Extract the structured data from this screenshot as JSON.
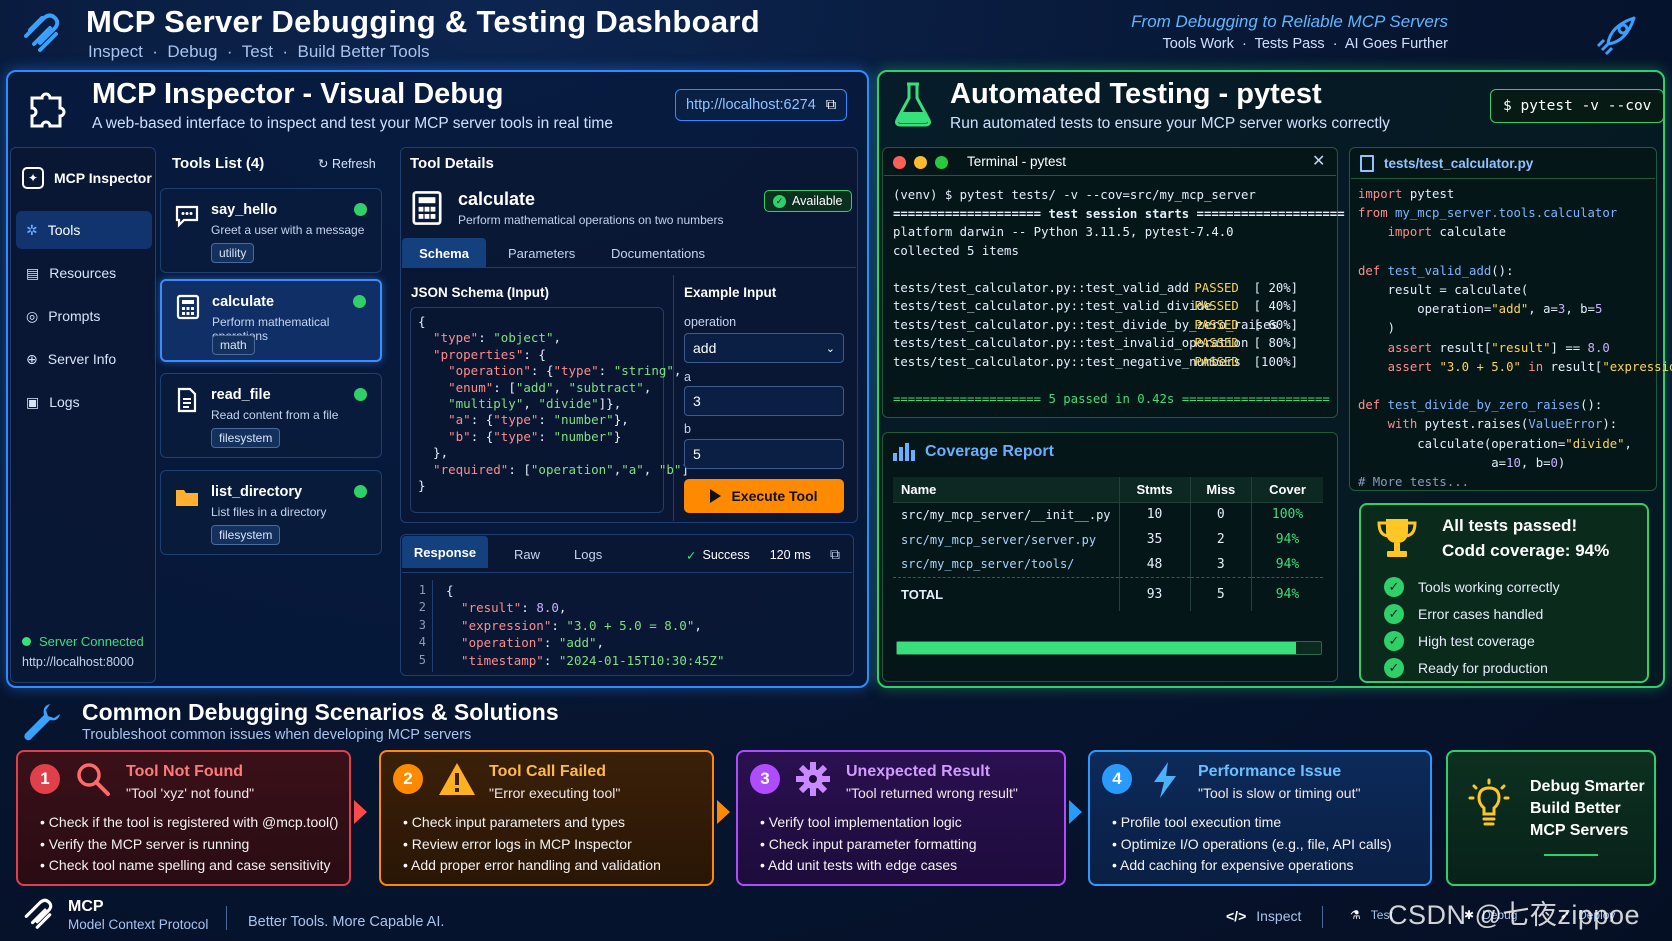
{
  "header": {
    "title": "MCP Server Debugging & Testing Dashboard",
    "subtitle": [
      "Inspect",
      "Debug",
      "Test",
      "Build Better Tools"
    ],
    "tagline": "From Debugging to Reliable MCP Servers",
    "tagline_sub": [
      "Tools Work",
      "Tests Pass",
      "AI Goes Further"
    ]
  },
  "inspector": {
    "title": "MCP Inspector - Visual Debug",
    "subtitle": "A web-based interface to inspect and test your MCP server tools in real time",
    "url": "http://localhost:6274",
    "app_name": "MCP Inspector",
    "nav": [
      {
        "label": "Tools"
      },
      {
        "label": "Resources"
      },
      {
        "label": "Prompts"
      },
      {
        "label": "Server Info"
      },
      {
        "label": "Logs"
      }
    ],
    "server_status": "Server Connected",
    "server_url": "http://localhost:8000",
    "tools_header": "Tools List (4)",
    "refresh": "Refresh",
    "tools": [
      {
        "name": "say_hello",
        "desc": "Greet a user with a message",
        "tag": "utility"
      },
      {
        "name": "calculate",
        "desc": "Perform mathematical operations",
        "tag": "math"
      },
      {
        "name": "read_file",
        "desc": "Read content from a file",
        "tag": "filesystem"
      },
      {
        "name": "list_directory",
        "desc": "List files in a directory",
        "tag": "filesystem"
      }
    ],
    "details_header": "Tool Details",
    "detail_name": "calculate",
    "detail_desc": "Perform mathematical operations on two numbers",
    "detail_status": "Available",
    "detail_tabs": [
      "Schema",
      "Parameters",
      "Documentations"
    ],
    "schema_title": "JSON Schema (Input)",
    "example_title": "Example Input",
    "operation_label": "operation",
    "operation_value": "add",
    "a_label": "a",
    "a_value": "3",
    "b_label": "b",
    "b_value": "5",
    "execute": "Execute Tool",
    "response_tabs": [
      "Response",
      "Raw",
      "Logs"
    ],
    "response_status": "Success",
    "response_time": "120 ms",
    "line_numbers": [
      "1",
      "2",
      "3",
      "4",
      "5"
    ]
  },
  "testing": {
    "title": "Automated Testing - pytest",
    "subtitle": "Run automated tests to ensure your MCP server works correctly",
    "command": "$ pytest -v --cov",
    "terminal_title": "Terminal - pytest",
    "prompt": "(venv) $ pytest tests/ -v --cov=src/my_mcp_server",
    "session": "==================== test session starts ====================",
    "platform": "platform darwin -- Python 3.11.5, pytest-7.4.0",
    "collected": "collected 5 items",
    "tests": [
      {
        "name": "tests/test_calculator.py::test_valid_add",
        "result": "PASSED",
        "pct": "[ 20%]"
      },
      {
        "name": "tests/test_calculator.py::test_valid_divide",
        "result": "PASSED",
        "pct": "[ 40%]"
      },
      {
        "name": "tests/test_calculator.py::test_divide_by_zero_raises",
        "result": "PASSED",
        "pct": "[ 60%]"
      },
      {
        "name": "tests/test_calculator.py::test_invalid_operation",
        "result": "PASSED",
        "pct": "[ 80%]"
      },
      {
        "name": "tests/test_calculator.py::test_negative_numbers",
        "result": "PASSED",
        "pct": "[100%]"
      }
    ],
    "summary": "==================== 5 passed in 0.42s ====================",
    "coverage_title": "Coverage Report",
    "coverage_headers": [
      "Name",
      "Stmts",
      "Miss",
      "Cover"
    ],
    "coverage_rows": [
      {
        "name": "src/my_mcp_server/__init__.py",
        "stmts": "10",
        "miss": "0",
        "cover": "100%"
      },
      {
        "name": "src/my_mcp_server/server.py",
        "stmts": "35",
        "miss": "2",
        "cover": "94%"
      },
      {
        "name": "src/my_mcp_server/tools/",
        "stmts": "48",
        "miss": "3",
        "cover": "94%"
      }
    ],
    "coverage_total": {
      "name": "TOTAL",
      "stmts": "93",
      "miss": "5",
      "cover": "94%"
    },
    "coverage_fill": 0.94,
    "file_name": "tests/test_calculator.py",
    "more_tests": "# More tests...",
    "result_title": "All tests passed!",
    "result_coverage": "Codd coverage: 94%",
    "checks": [
      "Tools working correctly",
      "Error cases handled",
      "High test coverage",
      "Ready for production"
    ]
  },
  "scenarios": {
    "title": "Common Debugging Scenarios & Solutions",
    "subtitle": "Troubleshoot common issues when developing MCP servers",
    "items": [
      {
        "num": "1",
        "title": "Tool Not Found",
        "quote": "\"Tool 'xyz' not found\"",
        "points": [
          "Check if the tool is registered with @mcp.tool()",
          "Verify the MCP server is running",
          "Check tool name spelling and case sensitivity"
        ]
      },
      {
        "num": "2",
        "title": "Tool Call Failed",
        "quote": "\"Error executing tool\"",
        "points": [
          "Check input parameters and types",
          "Review error logs in MCP Inspector",
          "Add proper error handling and validation"
        ]
      },
      {
        "num": "3",
        "title": "Unexpected Result",
        "quote": "\"Tool returned wrong result\"",
        "points": [
          "Verify tool implementation logic",
          "Check input parameter formatting",
          "Add unit tests with edge cases"
        ]
      },
      {
        "num": "4",
        "title": "Performance Issue",
        "quote": "\"Tool is slow or timing out\"",
        "points": [
          "Profile tool execution time",
          "Optimize I/O operations (e.g., file, API calls)",
          "Add caching for expensive operations"
        ]
      }
    ],
    "motto": [
      "Debug Smarter",
      "Build Better",
      "MCP Servers"
    ]
  },
  "footer": {
    "brand": "MCP",
    "brand_sub": "Model Context Protocol",
    "slogan": "Better Tools. More Capable AI.",
    "links": [
      "Inspect",
      "Test",
      "Debug",
      "Deploy"
    ],
    "watermark": "CSDN @七夜zippoe"
  },
  "colors": {
    "blue": "#2d8cff",
    "green": "#2fd06a",
    "red": "#e0404a",
    "orange": "#ff8a00",
    "purple": "#b04cff",
    "cyan": "#2a9aff"
  }
}
